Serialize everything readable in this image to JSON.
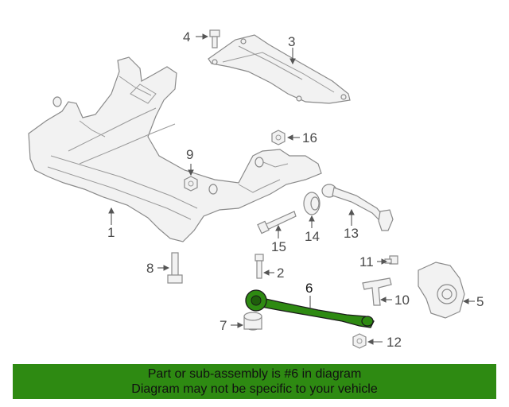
{
  "callouts": {
    "c1": "1",
    "c2": "2",
    "c3": "3",
    "c4": "4",
    "c5": "5",
    "c6": "6",
    "c7": "7",
    "c8": "8",
    "c9": "9",
    "c10": "10",
    "c11": "11",
    "c12": "12",
    "c13": "13",
    "c14": "14",
    "c15": "15",
    "c16": "16"
  },
  "highlight_color": "#2e8a12",
  "banner": {
    "line1": "Part or sub-assembly is #6 in diagram",
    "line2": "Diagram may not be specific to your vehicle"
  }
}
